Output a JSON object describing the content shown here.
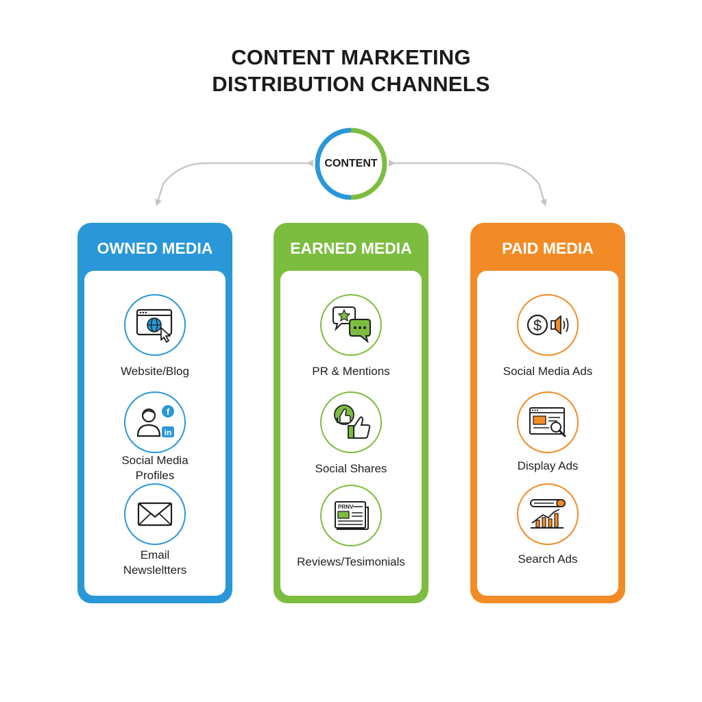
{
  "title": {
    "line1": "CONTENT MARKETING",
    "line2": "DISTRIBUTION CHANNELS"
  },
  "hub": {
    "label": "CONTENT"
  },
  "colors": {
    "owned": "#2a97d8",
    "earned": "#7cbd3f",
    "paid": "#f28b26",
    "text": "#1b1b1b"
  },
  "panels": [
    {
      "title": "OWNED MEDIA",
      "items": [
        {
          "label_line1": "Website/Blog",
          "label_line2": "",
          "icon": "website-globe-icon"
        },
        {
          "label_line1": "Social Media",
          "label_line2": "Profiles",
          "icon": "social-profile-icon"
        },
        {
          "label_line1": "Email",
          "label_line2": "Newsleltters",
          "icon": "envelope-icon"
        }
      ]
    },
    {
      "title": "EARNED MEDIA",
      "items": [
        {
          "label_line1": "PR & Mentions",
          "label_line2": "",
          "icon": "chat-bubbles-icon"
        },
        {
          "label_line1": "Social Shares",
          "label_line2": "",
          "icon": "thumbs-up-icon"
        },
        {
          "label_line1": "Reviews/Tesimonials",
          "label_line2": "",
          "icon": "newspaper-icon"
        }
      ]
    },
    {
      "title": "PAID MEDIA",
      "items": [
        {
          "label_line1": "Social Media Ads",
          "label_line2": "",
          "icon": "dollar-megaphone-icon"
        },
        {
          "label_line1": "Display Ads",
          "label_line2": "",
          "icon": "display-ad-icon"
        },
        {
          "label_line1": "Search Ads",
          "label_line2": "",
          "icon": "search-chart-icon"
        }
      ]
    }
  ]
}
